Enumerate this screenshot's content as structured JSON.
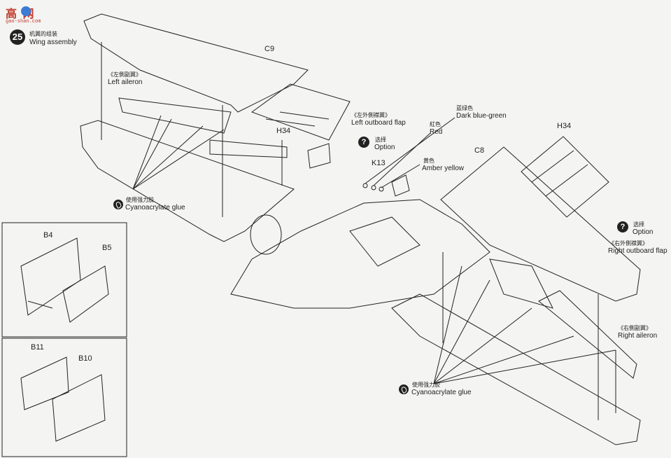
{
  "logo": {
    "cn": "高 网",
    "url": "gao-shan.com"
  },
  "step": {
    "number": "25",
    "title_cn": "机翼的组装",
    "title_en": "Wing assembly"
  },
  "labels": {
    "c9": "C9",
    "c8": "C8",
    "h34_left": "H34",
    "h34_right": "H34",
    "k13": "K13",
    "left_aileron_cn": "《左側副翼》",
    "left_aileron_en": "Left aileron",
    "left_flap_cn": "《左外側襟翼》",
    "left_flap_en": "Left outboard flap",
    "right_flap_cn": "《右外側襟翼》",
    "right_flap_en": "Right outboard flap",
    "right_aileron_cn": "《右側副翼》",
    "right_aileron_en": "Right aileron",
    "option_left_cn": "选择",
    "option_left_en": "Option",
    "option_right_cn": "选择",
    "option_right_en": "Option",
    "glue_left_cn": "使用强力胶",
    "glue_left_en": "Cyanoacrylate glue",
    "glue_right_cn": "使用强力胶",
    "glue_right_en": "Cyanoacrylate glue",
    "dark_blue_green_cn": "蓝绿色",
    "dark_blue_green_en": "Dark blue-green",
    "red_cn": "紅色",
    "red_en": "Red",
    "amber_cn": "黄色",
    "amber_en": "Amber yellow"
  },
  "inset_top": {
    "b4": "B4",
    "b5": "B5"
  },
  "inset_bottom": {
    "b11": "B11",
    "b10": "B10"
  },
  "option_icon": "?",
  "colors": {
    "line": "#222222",
    "paper": "#f4f4f2",
    "logo": "#c0392b"
  }
}
